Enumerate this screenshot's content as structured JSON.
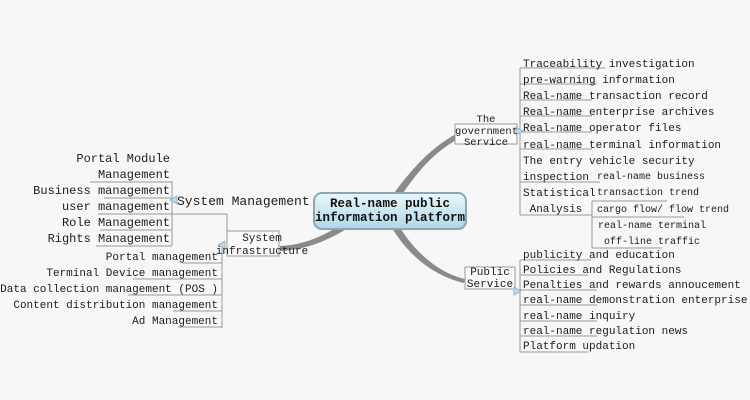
{
  "colors": {
    "background": "#f7f7f7",
    "line": "#9a9a9a",
    "edge": "#8a8a8a",
    "node-fill-top": "#e9f6fb",
    "node-fill-bottom": "#aed9ea",
    "node-border": "#8ba6b2",
    "box-fill": "#fafafa",
    "arrow-fill": "#bcd8e8",
    "arrow-stroke": "#8fb0c4",
    "text": "#1c1c1c"
  },
  "root": {
    "label": "Real-name public\ninformation platform"
  },
  "system_management": {
    "label": "System Management",
    "items": [
      "Portal Module\nManagement",
      "Business management",
      "user management",
      "Role Management",
      "Rights Management"
    ]
  },
  "system_infrastructure": {
    "label": "System\ninfrastructure",
    "items": [
      "Portal management",
      "Terminal Device management",
      "Data collection management (POS )",
      "Content distribution management",
      "Ad Management"
    ]
  },
  "government_service": {
    "label": "The\ngovernment\nService",
    "items": [
      "Traceability investigation",
      "pre-warning information",
      "Real-name transaction record",
      "Real-name enterprise archives",
      "Real-name operator files",
      "real-name terminal information",
      "The entry vehicle security\ninspection",
      "Statistical\n Analysis"
    ],
    "statistical_analysis_items": [
      "real-name business\ntransaction trend",
      "cargo flow/ flow trend",
      "real-name terminal\n off-line traffic"
    ]
  },
  "public_service": {
    "label": "Public\nService",
    "items": [
      "publicity and education",
      "Policies and Regulations",
      "Penalties and rewards annoucement",
      "real-name demonstration enterprise",
      "real-name inquiry",
      "real-name regulation news",
      "Platform updation"
    ]
  }
}
